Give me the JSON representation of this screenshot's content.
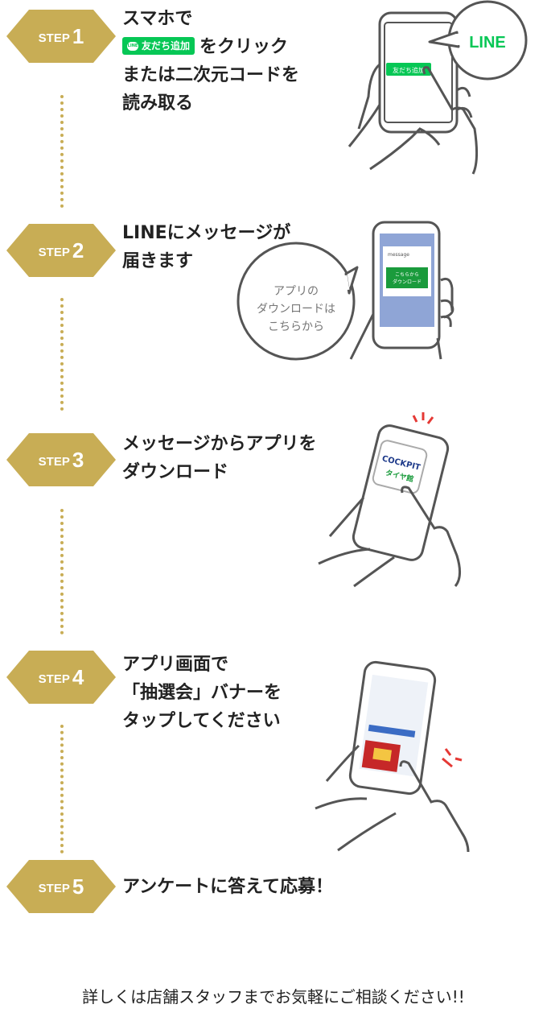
{
  "steps": [
    {
      "word": "STEP",
      "num": "1",
      "lines": [
        "スマホで",
        "をクリック",
        "または二次元コードを",
        "読み取る"
      ],
      "button_label": "友だち追加"
    },
    {
      "word": "STEP",
      "num": "2",
      "lines": [
        "LINEにメッセージが",
        "届きます"
      ]
    },
    {
      "word": "STEP",
      "num": "3",
      "lines": [
        "メッセージからアプリを",
        "ダウンロード"
      ]
    },
    {
      "word": "STEP",
      "num": "4",
      "lines": [
        "アプリ画面で",
        "「抽選会」バナーを",
        "タップしてください"
      ]
    },
    {
      "word": "STEP",
      "num": "5",
      "lines": [
        "アンケートに答えて応募！"
      ]
    }
  ],
  "illus": {
    "step1_bubble": "LINE",
    "step1_btn": "友だち追加",
    "step2_bubble": [
      "アプリの",
      "ダウンロードは",
      "こちらから"
    ],
    "step2_msg": "message",
    "step2_btn": [
      "こちらから",
      "ダウンロード"
    ],
    "step3_logo": "COCKPIT",
    "step3_sub": "タイヤ館"
  },
  "footer": "詳しくは店舗スタッフまでお気軽にご相談ください!!",
  "colors": {
    "gold": "#c8ad55",
    "line_green": "#06c755",
    "text": "#222222",
    "outline": "#555555"
  }
}
